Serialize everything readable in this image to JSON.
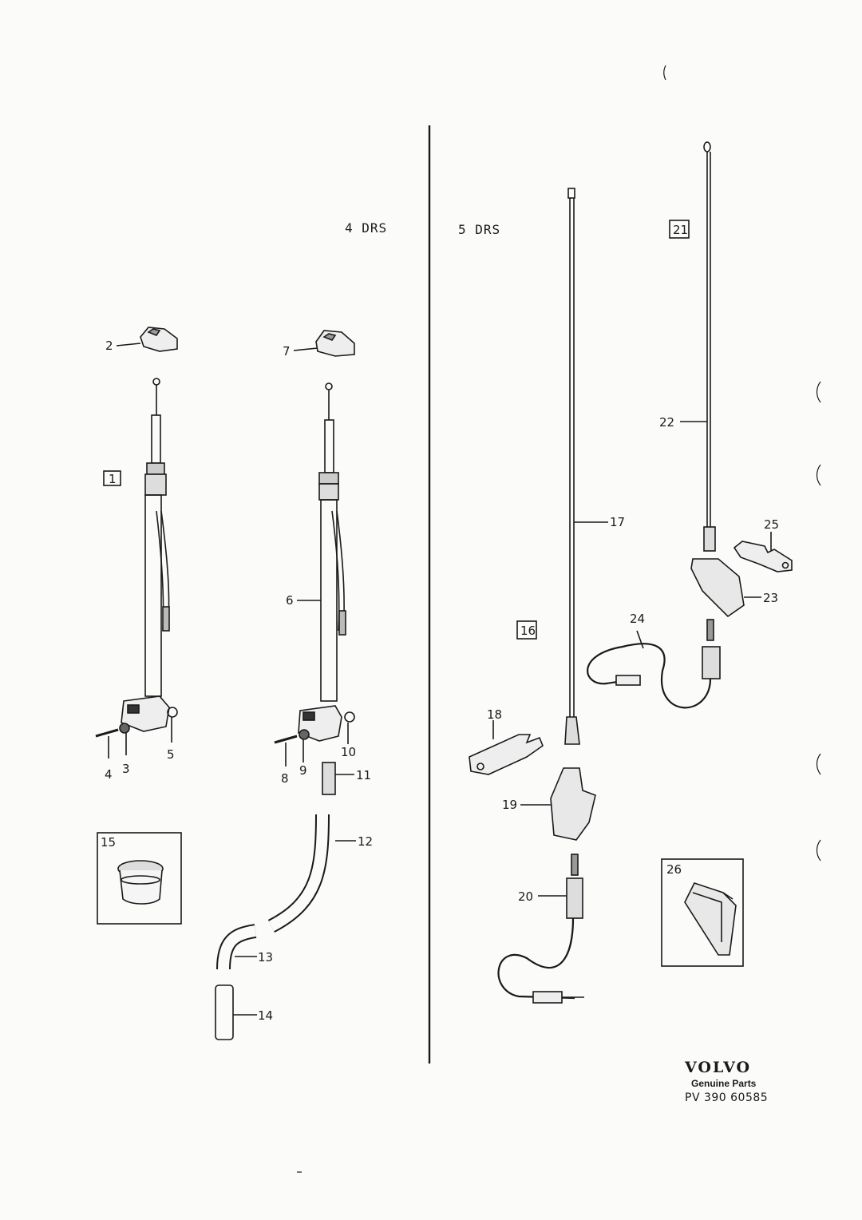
{
  "sections": {
    "left": "4 DRS",
    "right": "5 DRS"
  },
  "labels": {
    "n1": "1",
    "n2": "2",
    "n3": "3",
    "n4": "4",
    "n5": "5",
    "n6": "6",
    "n7": "7",
    "n8": "8",
    "n9": "9",
    "n10": "10",
    "n11": "11",
    "n12": "12",
    "n13": "13",
    "n14": "14",
    "n15": "15",
    "n16": "16",
    "n17": "17",
    "n18": "18",
    "n19": "19",
    "n20": "20",
    "n21": "21",
    "n22": "22",
    "n23": "23",
    "n24": "24",
    "n25": "25",
    "n26": "26"
  },
  "footer": {
    "brand": "VOLVO",
    "subtitle": "Genuine Parts",
    "code": "PV 390 60585"
  }
}
